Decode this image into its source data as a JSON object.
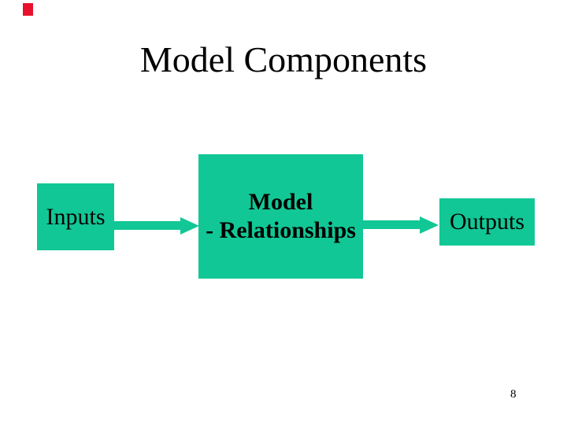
{
  "slide": {
    "title": "Model Components",
    "page_number": "8"
  },
  "diagram": {
    "inputs": {
      "label": "Inputs"
    },
    "model": {
      "label_line1": "Model",
      "label_line2": "- Relationships"
    },
    "outputs": {
      "label": "Outputs"
    },
    "arrows": [
      {
        "name": "inputs-to-model",
        "direction": "right"
      },
      {
        "name": "model-to-outputs",
        "direction": "right"
      }
    ]
  },
  "decorations": {
    "corner_marker": "red-rectangle-marker"
  },
  "colors": {
    "box_green": "#11c795",
    "arrow_green": "#11c795",
    "marker_red": "#e8112d",
    "text_black": "#000000",
    "background_white": "#ffffff"
  }
}
